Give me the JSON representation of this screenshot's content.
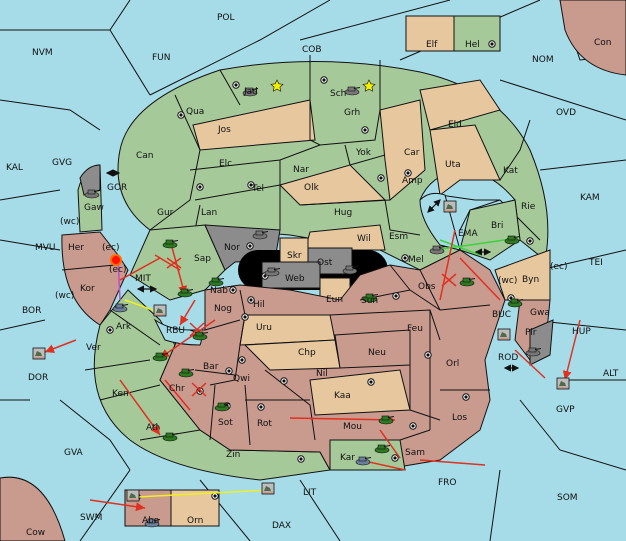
{
  "colors": {
    "sea": "#a6dbe8",
    "green": "#a6c99a",
    "tan": "#e6c79e",
    "red": "#c99a8e",
    "gray": "#8c8c8c",
    "dark": "#111111",
    "order_red": "#e03020",
    "order_yellow": "#f0f020",
    "order_green": "#40d040"
  },
  "sea_labels": [
    {
      "key": "POL",
      "text": "POL"
    },
    {
      "key": "NVM",
      "text": "NVM"
    },
    {
      "key": "FUN",
      "text": "FUN"
    },
    {
      "key": "COB",
      "text": "COB"
    },
    {
      "key": "NOM",
      "text": "NOM"
    },
    {
      "key": "Con",
      "text": "Con"
    },
    {
      "key": "OVD",
      "text": "OVD"
    },
    {
      "key": "KAL",
      "text": "KAL"
    },
    {
      "key": "GVG",
      "text": "GVG"
    },
    {
      "key": "GOR",
      "text": "GOR"
    },
    {
      "key": "KAM",
      "text": "KAM"
    },
    {
      "key": "MVU",
      "text": "MVU"
    },
    {
      "key": "TEI",
      "text": "TEI"
    },
    {
      "key": "MIT",
      "text": "MIT"
    },
    {
      "key": "BOR",
      "text": "BOR"
    },
    {
      "key": "RBU",
      "text": "RBU"
    },
    {
      "key": "BUC",
      "text": "BUC"
    },
    {
      "key": "HUP",
      "text": "HUP"
    },
    {
      "key": "DOR",
      "text": "DOR"
    },
    {
      "key": "ALT",
      "text": "ALT"
    },
    {
      "key": "ROD",
      "text": "ROD"
    },
    {
      "key": "GVP",
      "text": "GVP"
    },
    {
      "key": "GVA",
      "text": "GVA"
    },
    {
      "key": "FRO",
      "text": "FRO"
    },
    {
      "key": "SOM",
      "text": "SOM"
    },
    {
      "key": "LIT",
      "text": "LIT"
    },
    {
      "key": "SWM",
      "text": "SWM"
    },
    {
      "key": "DAX",
      "text": "DAX"
    },
    {
      "key": "Cow",
      "text": "Cow"
    },
    {
      "key": "EMA",
      "text": "EMA"
    }
  ],
  "land_labels": [
    {
      "key": "Jad",
      "text": "Jad"
    },
    {
      "key": "Sch",
      "text": "Sch"
    },
    {
      "key": "Elf",
      "text": "Elf"
    },
    {
      "key": "Hel",
      "text": "Hel"
    },
    {
      "key": "Qua",
      "text": "Qua"
    },
    {
      "key": "Jos",
      "text": "Jos"
    },
    {
      "key": "Grh",
      "text": "Grh"
    },
    {
      "key": "Eld",
      "text": "Eld"
    },
    {
      "key": "Can",
      "text": "Can"
    },
    {
      "key": "Elc",
      "text": "Elc"
    },
    {
      "key": "Nar",
      "text": "Nar"
    },
    {
      "key": "Yok",
      "text": "Yok"
    },
    {
      "key": "Car",
      "text": "Car"
    },
    {
      "key": "Uta",
      "text": "Uta"
    },
    {
      "key": "Kat",
      "text": "Kat"
    },
    {
      "key": "Tel",
      "text": "Tel"
    },
    {
      "key": "Olk",
      "text": "Olk"
    },
    {
      "key": "Amp",
      "text": "Amp"
    },
    {
      "key": "Gaw",
      "text": "Gaw"
    },
    {
      "key": "Gur",
      "text": "Gur"
    },
    {
      "key": "Lan",
      "text": "Lan"
    },
    {
      "key": "Hug",
      "text": "Hug"
    },
    {
      "key": "Rie",
      "text": "Rie"
    },
    {
      "key": "Bri",
      "text": "Bri"
    },
    {
      "key": "Wil",
      "text": "Wil"
    },
    {
      "key": "Esm",
      "text": "Esm"
    },
    {
      "key": "Nor",
      "text": "Nor"
    },
    {
      "key": "Skr",
      "text": "Skr"
    },
    {
      "key": "Ost",
      "text": "Ost"
    },
    {
      "key": "Web",
      "text": "Web"
    },
    {
      "key": "Mel",
      "text": "Mel"
    },
    {
      "key": "Her",
      "text": "Her"
    },
    {
      "key": "Sap",
      "text": "Sap"
    },
    {
      "key": "Byn",
      "text": "Byn"
    },
    {
      "key": "Kor",
      "text": "Kor"
    },
    {
      "key": "Nab",
      "text": "Nab"
    },
    {
      "key": "Eun",
      "text": "Eun"
    },
    {
      "key": "Sun",
      "text": "Sun"
    },
    {
      "key": "Obs",
      "text": "Obs"
    },
    {
      "key": "Gwa",
      "text": "Gwa"
    },
    {
      "key": "Hil",
      "text": "Hil"
    },
    {
      "key": "Ark",
      "text": "Ark"
    },
    {
      "key": "Nog",
      "text": "Nog"
    },
    {
      "key": "Uru",
      "text": "Uru"
    },
    {
      "key": "Feu",
      "text": "Feu"
    },
    {
      "key": "Pir",
      "text": "Pir"
    },
    {
      "key": "Ver",
      "text": "Ver"
    },
    {
      "key": "Chp",
      "text": "Chp"
    },
    {
      "key": "Neu",
      "text": "Neu"
    },
    {
      "key": "Bar",
      "text": "Bar"
    },
    {
      "key": "Orl",
      "text": "Orl"
    },
    {
      "key": "Qwi",
      "text": "Qwi"
    },
    {
      "key": "Nil",
      "text": "Nil"
    },
    {
      "key": "Chr",
      "text": "Chr"
    },
    {
      "key": "Ken",
      "text": "Ken"
    },
    {
      "key": "Kaa",
      "text": "Kaa"
    },
    {
      "key": "Sot",
      "text": "Sot"
    },
    {
      "key": "Rot",
      "text": "Rot"
    },
    {
      "key": "Los",
      "text": "Los"
    },
    {
      "key": "Ati",
      "text": "Ati"
    },
    {
      "key": "Mou",
      "text": "Mou"
    },
    {
      "key": "Zin",
      "text": "Zin"
    },
    {
      "key": "Sam",
      "text": "Sam"
    },
    {
      "key": "Kar",
      "text": "Kar"
    },
    {
      "key": "Aba",
      "text": "Aba"
    },
    {
      "key": "Orn",
      "text": "Orn"
    }
  ],
  "coast_labels": [
    {
      "key": "her_wc",
      "text": "(wc)"
    },
    {
      "key": "her_ec",
      "text": "(ec)"
    },
    {
      "key": "kor_wc",
      "text": "(wc)"
    },
    {
      "key": "kor_ec",
      "text": "(ec)"
    },
    {
      "key": "byn_wc",
      "text": "(wc)"
    },
    {
      "key": "byn_ec",
      "text": "(ec)"
    }
  ]
}
